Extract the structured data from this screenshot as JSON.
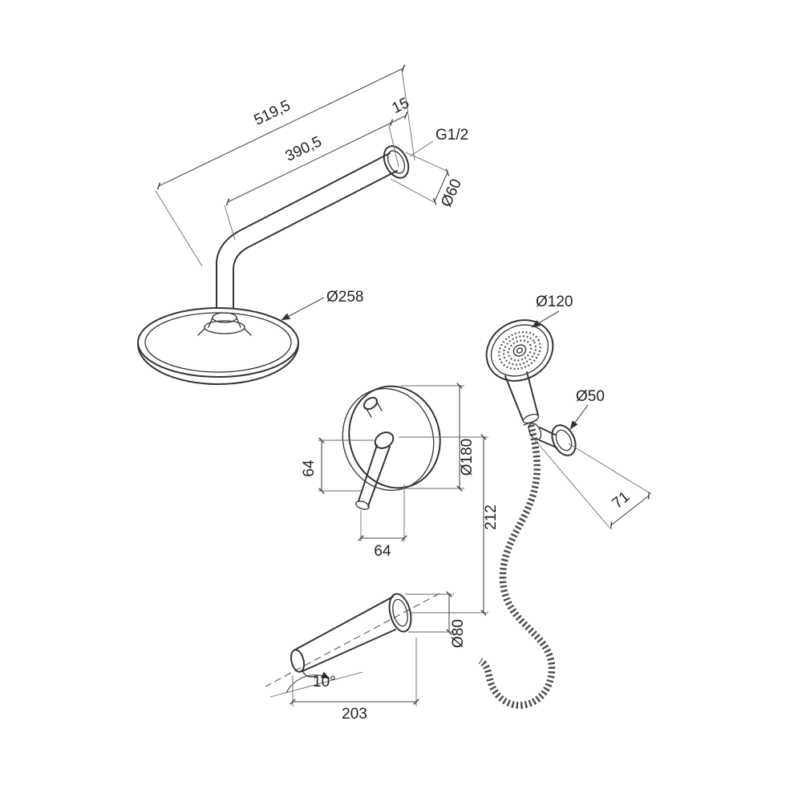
{
  "drawing": {
    "kind": "shower-system-technical-drawing",
    "colors": {
      "line": "#343434",
      "dimension": "#4a4a4a",
      "background": "#ffffff"
    }
  },
  "dimensions": {
    "arm_total_length": "519,5",
    "arm_length": "390,5",
    "wall_offset": "15",
    "thread": "G1/2",
    "arm_flange_diameter": "Ø60",
    "head_diameter": "Ø258",
    "hand_shower_diameter": "Ø120",
    "holder_diameter": "Ø50",
    "mixer_plate_diameter": "Ø180",
    "mixer_to_spout": "212",
    "lever_vertical_offset": "64",
    "lever_horizontal_offset": "64",
    "holder_depth": "71",
    "spout_flange_diameter": "Ø80",
    "spout_angle": "10°",
    "spout_length": "203"
  }
}
